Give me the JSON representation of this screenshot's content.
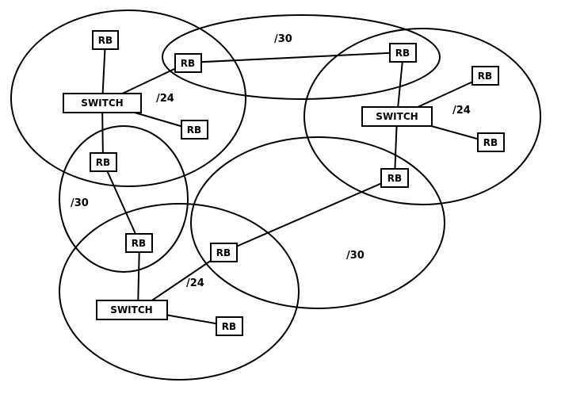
{
  "labels": {
    "router": "RB",
    "switch": "SWITCH",
    "subnet_24": "/24",
    "subnet_30": "/30"
  },
  "subnets": [
    {
      "id": "lan-top-left",
      "label": "/24"
    },
    {
      "id": "lan-top-right",
      "label": "/24"
    },
    {
      "id": "lan-bottom",
      "label": "/24"
    },
    {
      "id": "p2p-top",
      "label": "/30"
    },
    {
      "id": "p2p-left",
      "label": "/30"
    },
    {
      "id": "p2p-right",
      "label": "/30"
    }
  ],
  "nodes": [
    {
      "id": "switch-tl",
      "kind": "switch"
    },
    {
      "id": "switch-tr",
      "kind": "switch"
    },
    {
      "id": "switch-b",
      "kind": "switch"
    },
    {
      "id": "rb-tl-top",
      "kind": "router"
    },
    {
      "id": "rb-tl-mid",
      "kind": "router"
    },
    {
      "id": "rb-tl-right",
      "kind": "router"
    },
    {
      "id": "rb-tl-down",
      "kind": "router"
    },
    {
      "id": "rb-tr-top",
      "kind": "router"
    },
    {
      "id": "rb-tr-right1",
      "kind": "router"
    },
    {
      "id": "rb-tr-right2",
      "kind": "router"
    },
    {
      "id": "rb-tr-down",
      "kind": "router"
    },
    {
      "id": "rb-b-up",
      "kind": "router"
    },
    {
      "id": "rb-b-right",
      "kind": "router"
    },
    {
      "id": "rb-b-bottom",
      "kind": "router"
    }
  ],
  "links": [
    [
      "rb-tl-top",
      "switch-tl"
    ],
    [
      "switch-tl",
      "rb-tl-mid"
    ],
    [
      "switch-tl",
      "rb-tl-right"
    ],
    [
      "switch-tl",
      "rb-tl-down"
    ],
    [
      "rb-tl-mid",
      "rb-tr-top"
    ],
    [
      "rb-tr-top",
      "switch-tr"
    ],
    [
      "switch-tr",
      "rb-tr-right1"
    ],
    [
      "switch-tr",
      "rb-tr-right2"
    ],
    [
      "switch-tr",
      "rb-tr-down"
    ],
    [
      "rb-tr-down",
      "rb-b-right"
    ],
    [
      "rb-tl-down",
      "rb-b-up"
    ],
    [
      "rb-b-up",
      "switch-b"
    ],
    [
      "switch-b",
      "rb-b-right"
    ],
    [
      "switch-b",
      "rb-b-bottom"
    ]
  ]
}
